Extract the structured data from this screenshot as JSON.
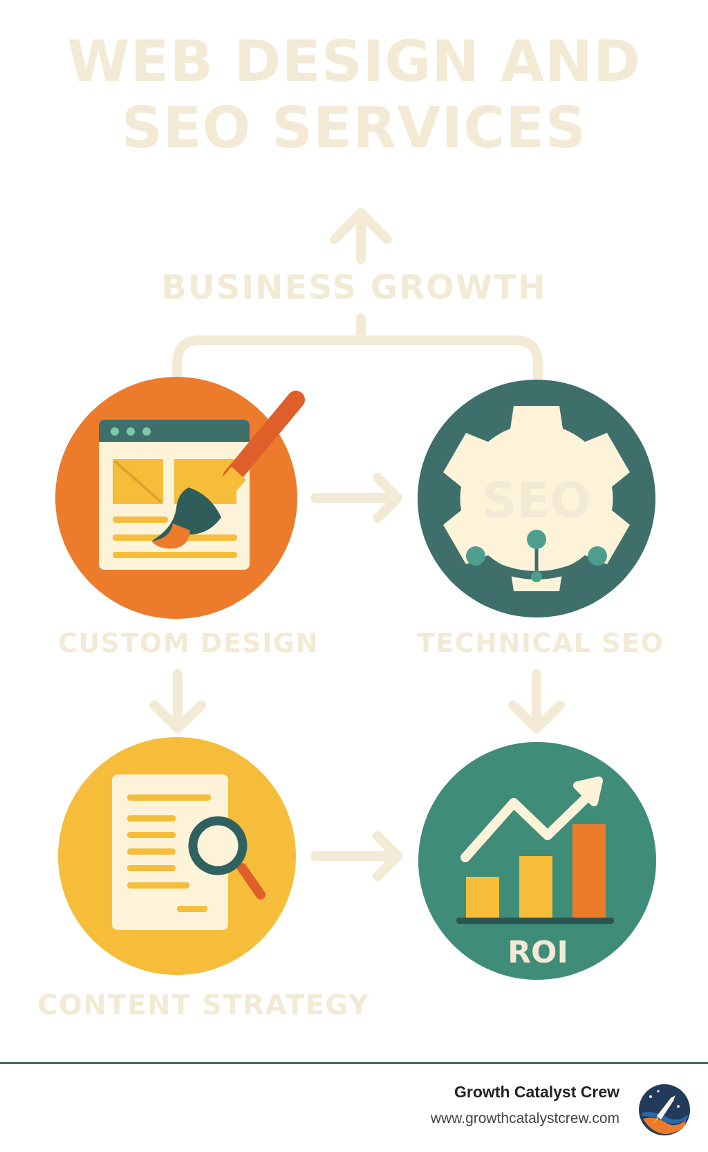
{
  "title": {
    "line1": "WEB DESIGN AND",
    "line2": "SEO SERVICES"
  },
  "nodes": {
    "business_growth": "BUSINESS GROWTH",
    "custom_design": "CUSTOM DESIGN",
    "technical_seo": "TECHNICAL SEO",
    "content_strategy": "CONTENT STRATEGY",
    "seo_badge": "SEO",
    "roi_badge": "ROI"
  },
  "footer": {
    "brand": "Growth Catalyst Crew",
    "url": "www.growthcatalystcrew.com"
  },
  "colors": {
    "label": "#f2ead4",
    "orange": "#ec7b2c",
    "teal_dark": "#3e6f6b",
    "teal": "#3f8c78",
    "yellow": "#f5bd3a",
    "cream": "#fdf3d8"
  },
  "icons": [
    "browser-paintbrush-icon",
    "gear-seo-icon",
    "document-magnifier-icon",
    "growth-chart-icon",
    "rocket-logo-icon"
  ]
}
